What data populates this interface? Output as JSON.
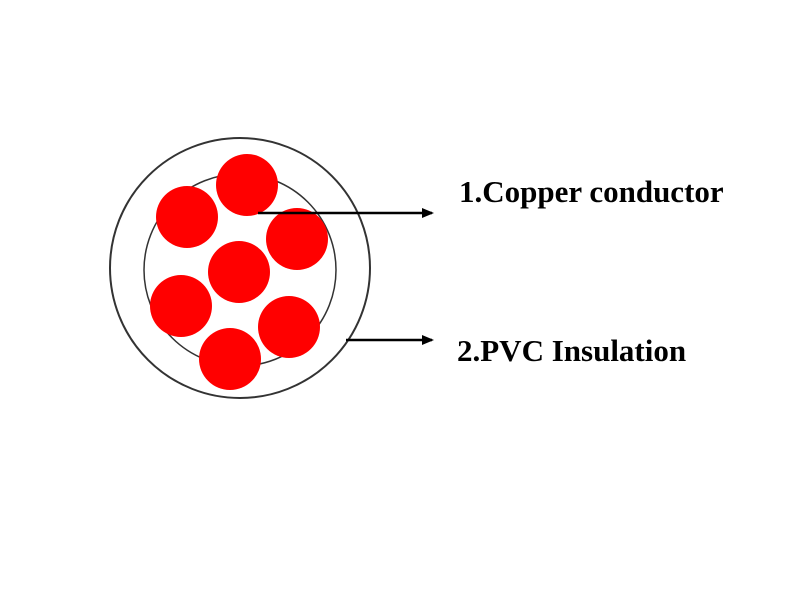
{
  "diagram": {
    "labels": {
      "conductor": "1.Copper conductor",
      "insulation": "2.PVC Insulation"
    },
    "colors": {
      "conductor_fill": "#ff0000",
      "outline": "#333333",
      "arrow": "#000000",
      "text": "#000000"
    },
    "strand_count": 7
  }
}
